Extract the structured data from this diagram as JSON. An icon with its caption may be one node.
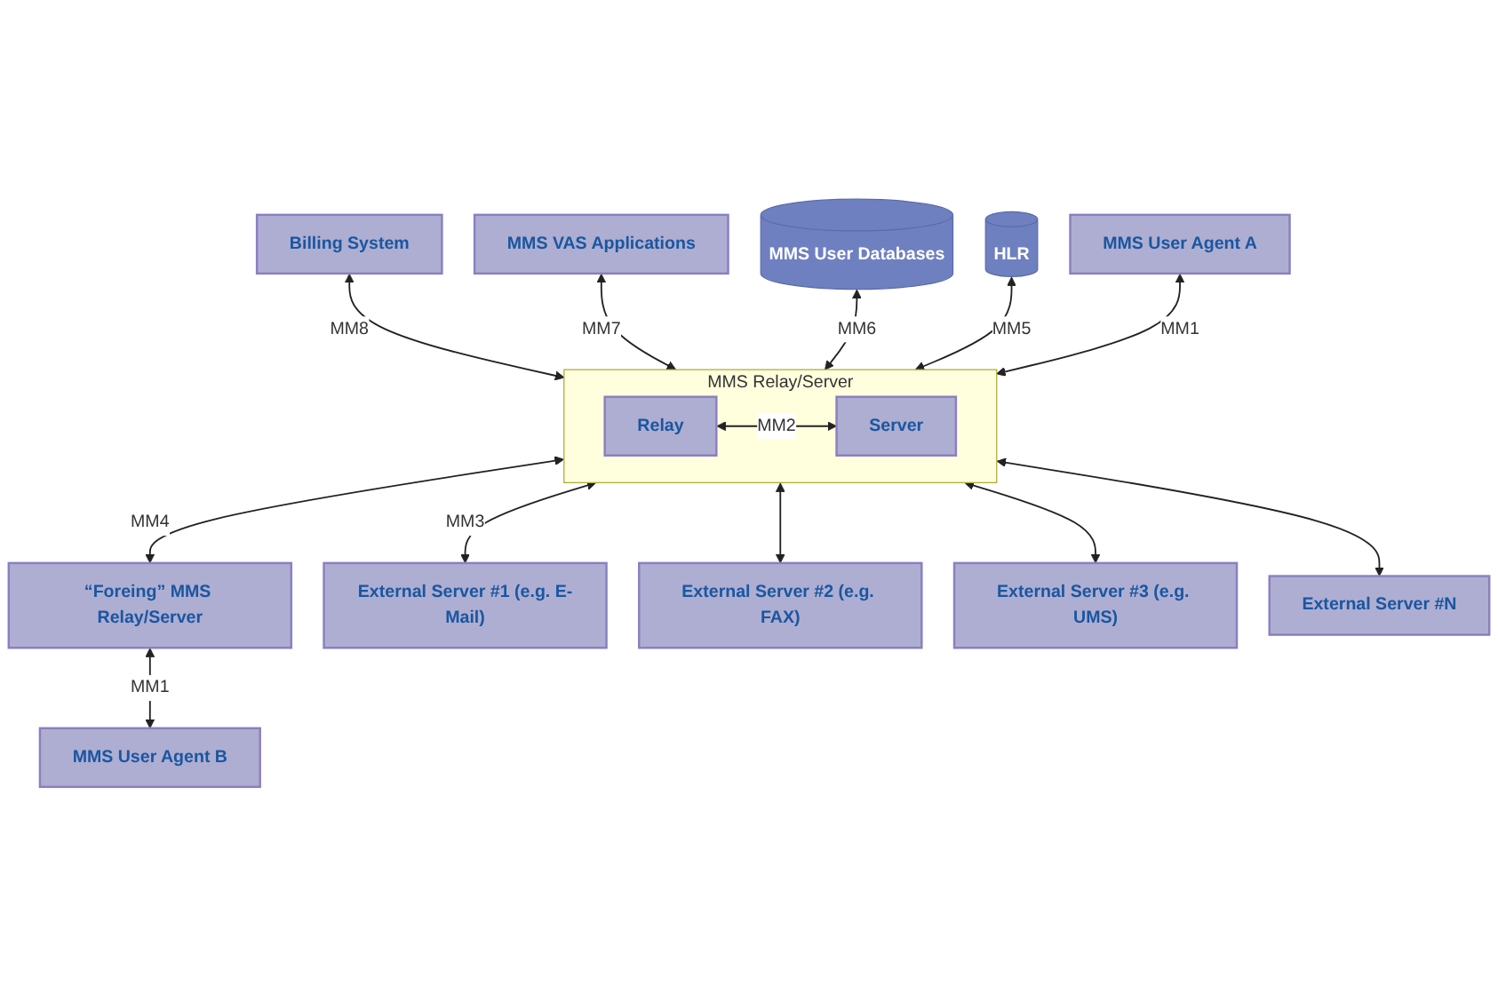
{
  "diagram": {
    "nodes": [
      {
        "text": [
          "Billing System"
        ]
      },
      {
        "text": [
          "MMS VAS Applications"
        ]
      },
      {
        "text": [
          "MMS User Databases"
        ]
      },
      {
        "text": [
          "HLR"
        ]
      },
      {
        "text": [
          "MMS User Agent A"
        ]
      },
      {
        "text": [
          "MMS Relay/Server"
        ]
      },
      {
        "text": [
          "Relay"
        ],
        "in": 5
      },
      {
        "text": [
          "Server"
        ],
        "in": 5
      },
      {
        "text": [
          "“Foreing” MMS Relay/Server"
        ]
      },
      {
        "text": [
          "External Server #1 (e.g. E-Mail)"
        ]
      },
      {
        "text": [
          "External Server #2 (e.g. FAX)"
        ]
      },
      {
        "text": [
          "External Server #3 (e.g. UMS)"
        ]
      },
      {
        "text": [
          "External Server #N"
        ]
      },
      {
        "text": [
          "MMS User Agent B"
        ]
      }
    ],
    "edges": [
      {
        "from": 0,
        "to": 5,
        "arrow": "both",
        "label": "MM8"
      },
      {
        "from": 1,
        "to": 5,
        "arrow": "both",
        "label": "MM7"
      },
      {
        "from": 2,
        "to": 5,
        "arrow": "both",
        "label": "MM6"
      },
      {
        "from": 3,
        "to": 5,
        "arrow": "both",
        "label": "MM5"
      },
      {
        "from": 4,
        "to": 5,
        "arrow": "both",
        "label": "MM1"
      },
      {
        "from": 6,
        "to": 7,
        "arrow": "both",
        "label": "MM2"
      },
      {
        "from": 5,
        "to": 8,
        "arrow": "both",
        "label": "MM4"
      },
      {
        "from": 5,
        "to": 9,
        "arrow": "both",
        "label": "MM3"
      },
      {
        "from": 5,
        "to": 10,
        "arrow": "both"
      },
      {
        "from": 5,
        "to": 11,
        "arrow": "both"
      },
      {
        "from": 5,
        "to": 12,
        "arrow": "both"
      },
      {
        "from": 8,
        "to": 13,
        "arrow": "both",
        "label": "MM1"
      }
    ]
  }
}
